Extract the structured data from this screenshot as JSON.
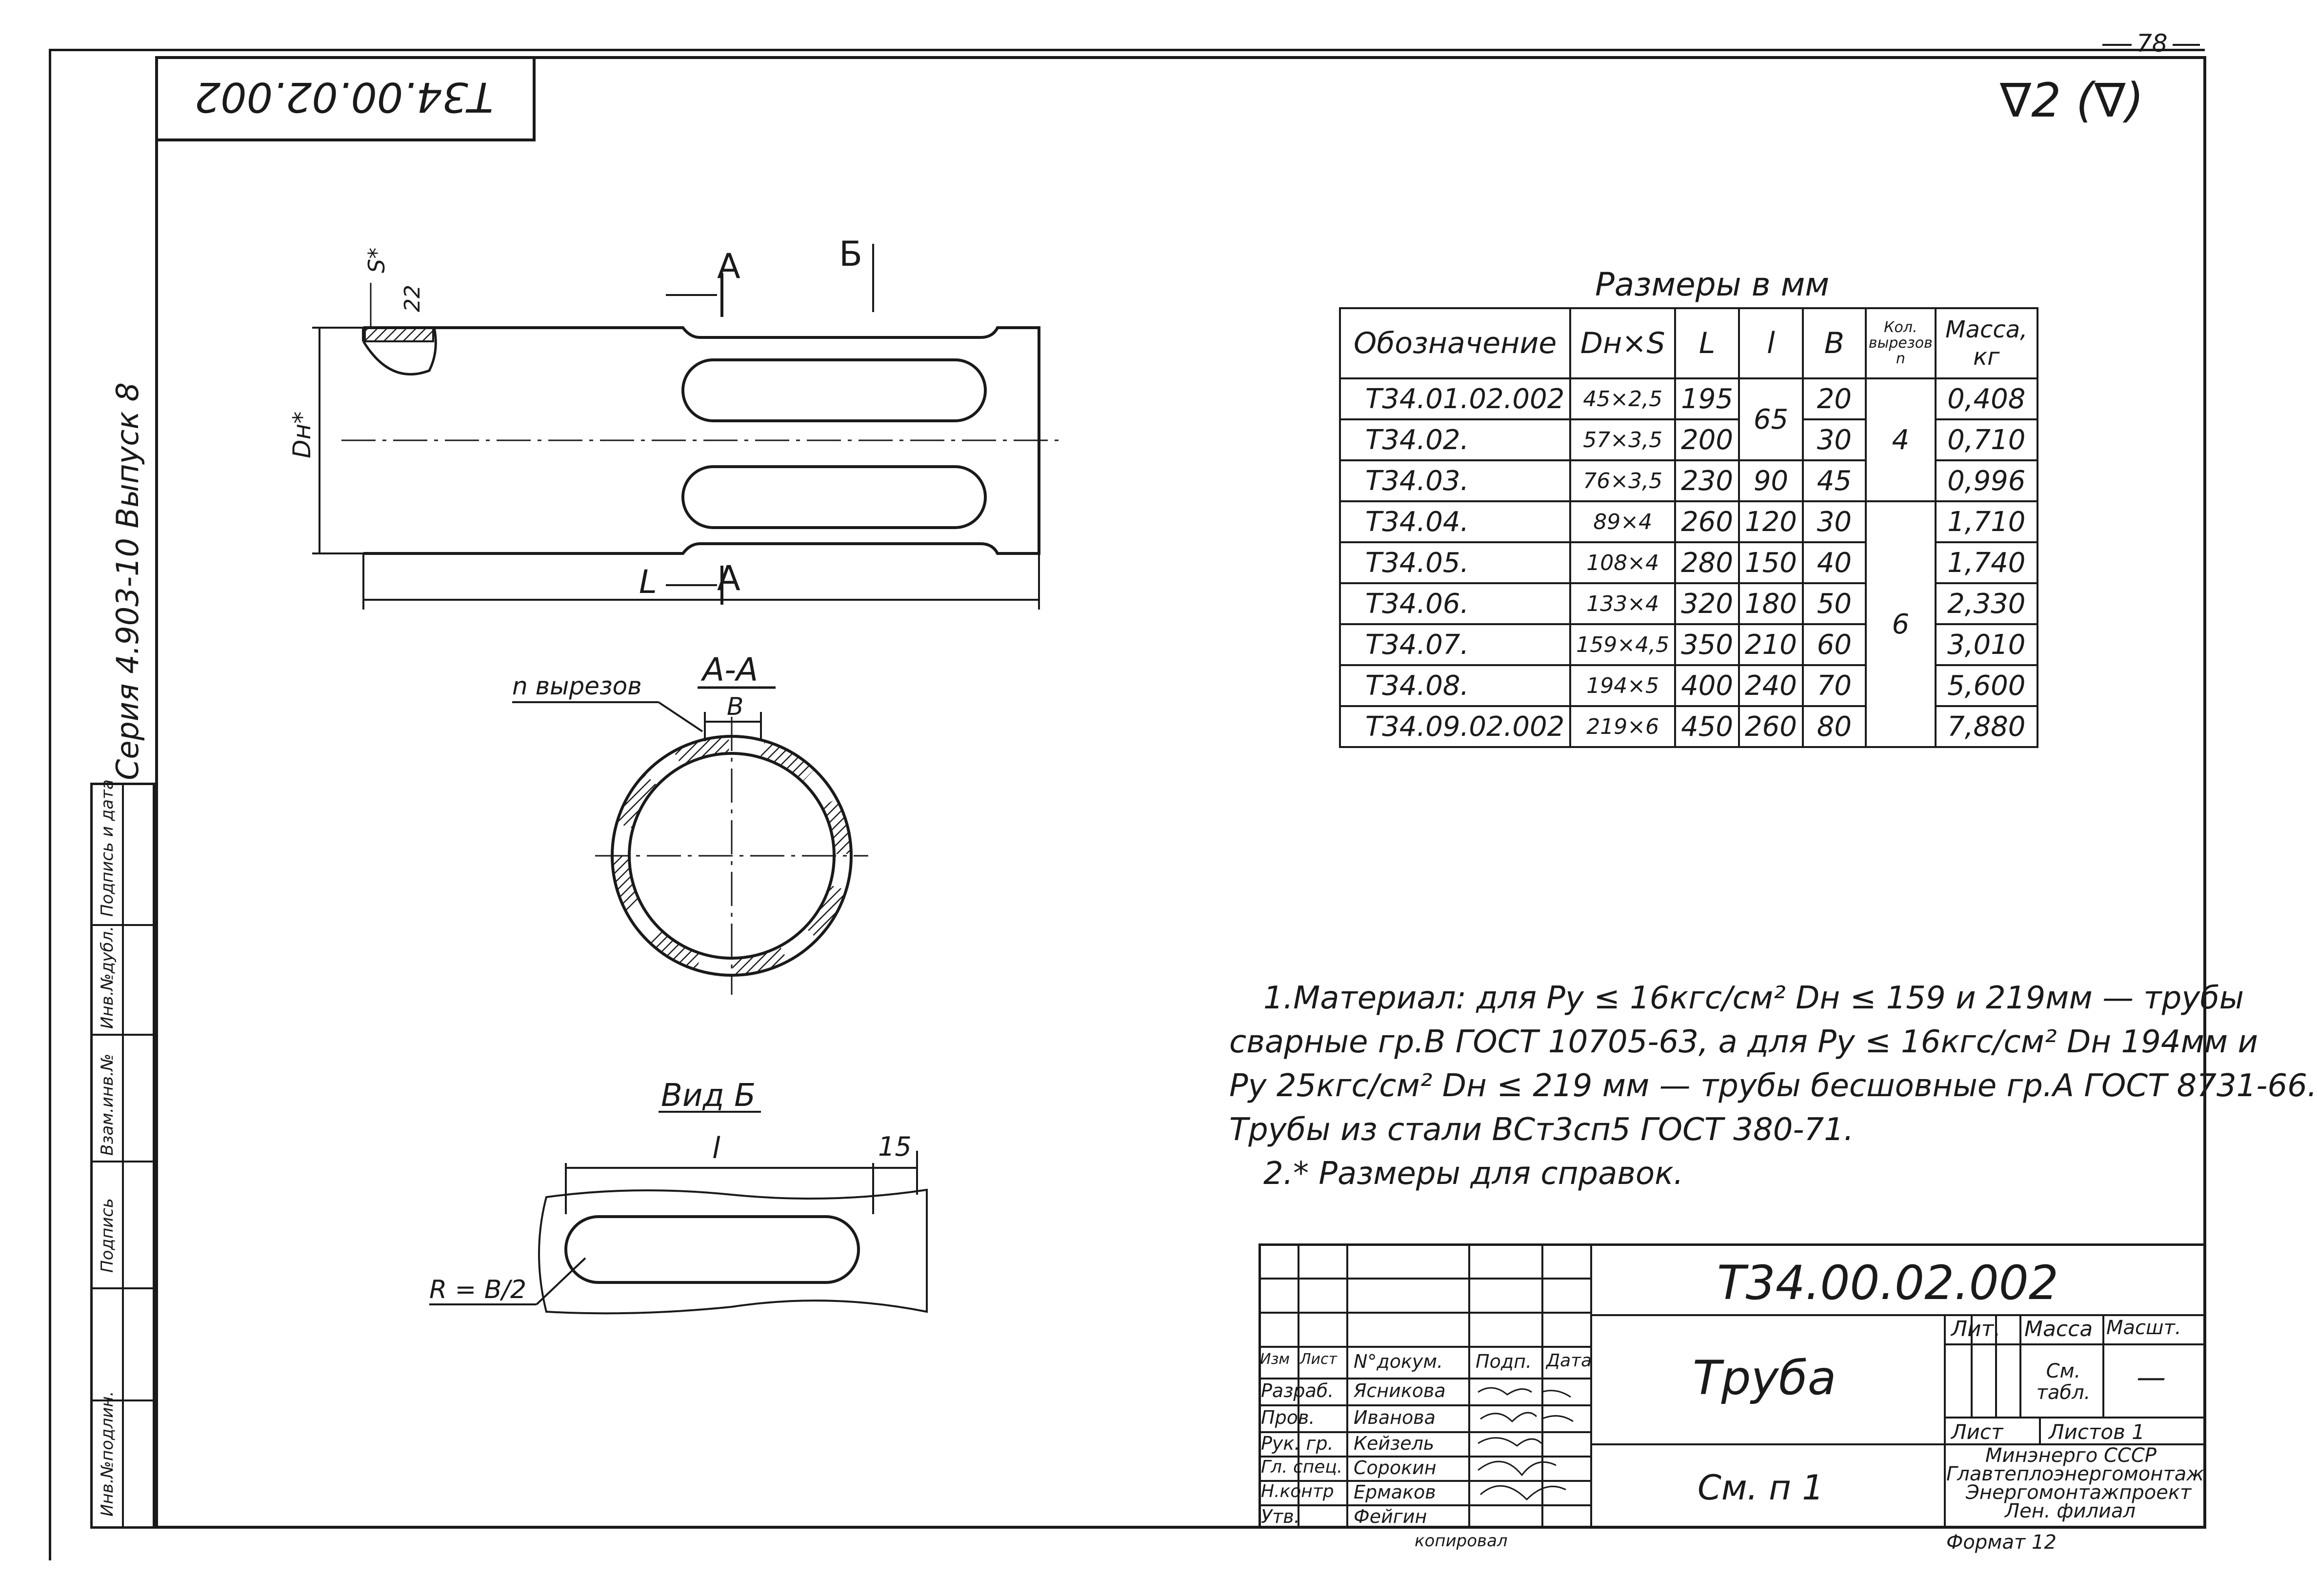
{
  "sheet_number": "78",
  "roughness_mark": "∇2 (∇)",
  "designation_rotated": "Т34.00.02.002",
  "side_labels": {
    "series": "Серия 4.903-10 Выпуск 8",
    "columns": [
      "Инв.№подлин.",
      "Подпись",
      "Взам.инв.№",
      "Инв.№дубл.",
      "Подпись и дата"
    ]
  },
  "drawing_labels": {
    "s_star": "S*",
    "dh_star": "Dн*",
    "dim_22": "22",
    "section_a": "А",
    "view_b_arrow": "Б",
    "length_L": "L",
    "n_cutouts": "n вырезов",
    "section_aa": "А-А",
    "width_B": "B",
    "view_b_title": "Вид Б",
    "length_l": "l",
    "dim_15": "15",
    "radius": "R = B/2"
  },
  "table": {
    "caption": "Размеры в мм",
    "headers": [
      "Обозначение",
      "Dн×S",
      "L",
      "l",
      "B",
      "Кол. вырезов n",
      "Масса, кг"
    ],
    "rows": [
      {
        "des": "Т34.01.02.002",
        "ds": "45×2,5",
        "L": "195",
        "B": "20",
        "mass": "0,408"
      },
      {
        "des": "Т34.02.",
        "ds": "57×3,5",
        "L": "200",
        "B": "30",
        "mass": "0,710"
      },
      {
        "des": "Т34.03.",
        "ds": "76×3,5",
        "L": "230",
        "B": "45",
        "mass": "0,996"
      },
      {
        "des": "Т34.04.",
        "ds": "89×4",
        "L": "260",
        "B": "30",
        "mass": "1,710"
      },
      {
        "des": "Т34.05.",
        "ds": "108×4",
        "L": "280",
        "B": "40",
        "mass": "1,740"
      },
      {
        "des": "Т34.06.",
        "ds": "133×4",
        "L": "320",
        "B": "50",
        "mass": "2,330"
      },
      {
        "des": "Т34.07.",
        "ds": "159×4,5",
        "L": "350",
        "B": "60",
        "mass": "3,010"
      },
      {
        "des": "Т34.08.",
        "ds": "194×5",
        "L": "400",
        "B": "70",
        "mass": "5,600"
      },
      {
        "des": "Т34.09.02.002",
        "ds": "219×6",
        "L": "450",
        "B": "80",
        "mass": "7,880"
      }
    ],
    "l_values": [
      "65",
      "90",
      "120",
      "150",
      "180",
      "210",
      "240",
      "260"
    ],
    "n_values": [
      "4",
      "6"
    ]
  },
  "notes": [
    "1.Материал: для Pу ≤ 16кгс/см² Dн ≤ 159 и 219мм — трубы",
    "сварные гр.В ГОСТ 10705-63, а для Pу ≤ 16кгс/см² Dн 194мм и",
    "Pу 25кгс/см² Dн ≤ 219 мм — трубы бесшовные гр.А ГОСТ 8731-66.",
    "Трубы из стали ВСт3сп5 ГОСТ 380-71.",
    "2.* Размеры для справок."
  ],
  "title_block": {
    "designation": "Т34.00.02.002",
    "name": "Труба",
    "reference": "См. п 1",
    "col_headers": [
      "Изм",
      "Лист",
      "N°докум.",
      "Подп.",
      "Дата"
    ],
    "roles": [
      "Разраб.",
      "Пров.",
      "Рук. гр.",
      "Гл. спец.",
      "Н.контр",
      "Утв."
    ],
    "names": [
      "Ясникова",
      "Иванова",
      "Кейзель",
      "Сорокин",
      "Ермаков",
      "Фейгин"
    ],
    "lit_label": "Лит.",
    "mass_label": "Масса",
    "scale_label": "Масшт.",
    "mass_value": "См. табл.",
    "scale_value": "—",
    "sheet_label": "Лист",
    "sheets_label": "Листов 1",
    "org": [
      "Минэнерго СССР",
      "Главтеплоэнергомонтаж",
      "Энергомонтажпроект",
      "Лен. филиал"
    ],
    "format": "Формат 12",
    "footer": "копировал"
  }
}
